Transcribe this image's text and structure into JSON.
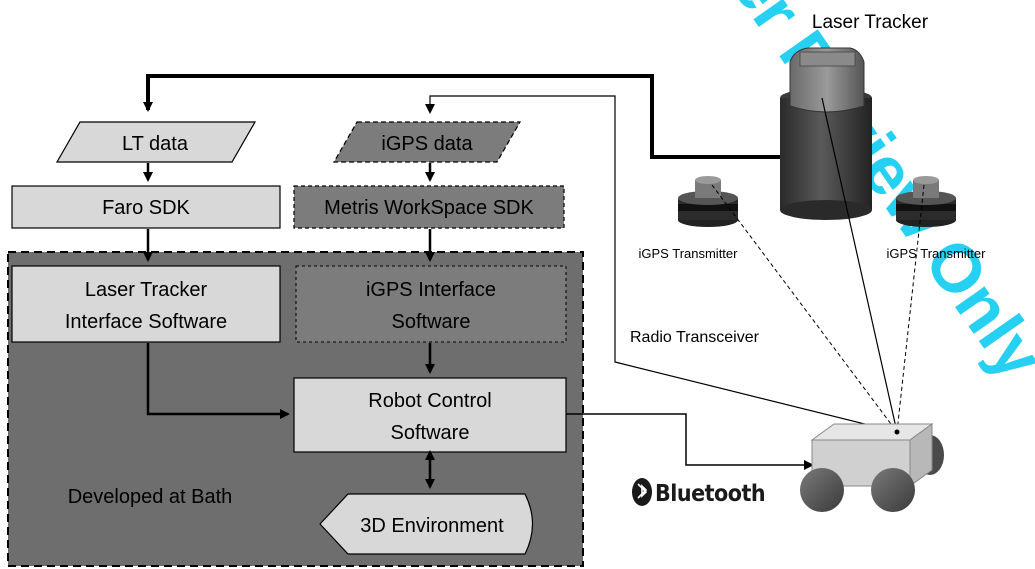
{
  "watermark": "Peer Review Only",
  "nodes": {
    "lt_data": "LT data",
    "igps_data": "iGPS data",
    "faro_sdk": "Faro SDK",
    "metris_sdk": "Metris WorkSpace SDK",
    "lt_interface_line1": "Laser Tracker",
    "lt_interface_line2": "Interface Software",
    "igps_interface_line1": "iGPS Interface",
    "igps_interface_line2": "Software",
    "robot_control_line1": "Robot Control",
    "robot_control_line2": "Software",
    "env_3d": "3D Environment",
    "developed_at_bath": "Developed at Bath"
  },
  "hardware": {
    "laser_tracker": "Laser Tracker",
    "igps_transmitter_left": "iGPS Transmitter",
    "igps_transmitter_right": "iGPS Transmitter",
    "radio_transceiver": "Radio Transceiver",
    "bluetooth": "Bluetooth"
  },
  "colors": {
    "dark_region": "#6e6e6e",
    "light_box": "#d8d8d8",
    "dark_box": "#7c7c7c",
    "watermark": "#00c8f0"
  }
}
